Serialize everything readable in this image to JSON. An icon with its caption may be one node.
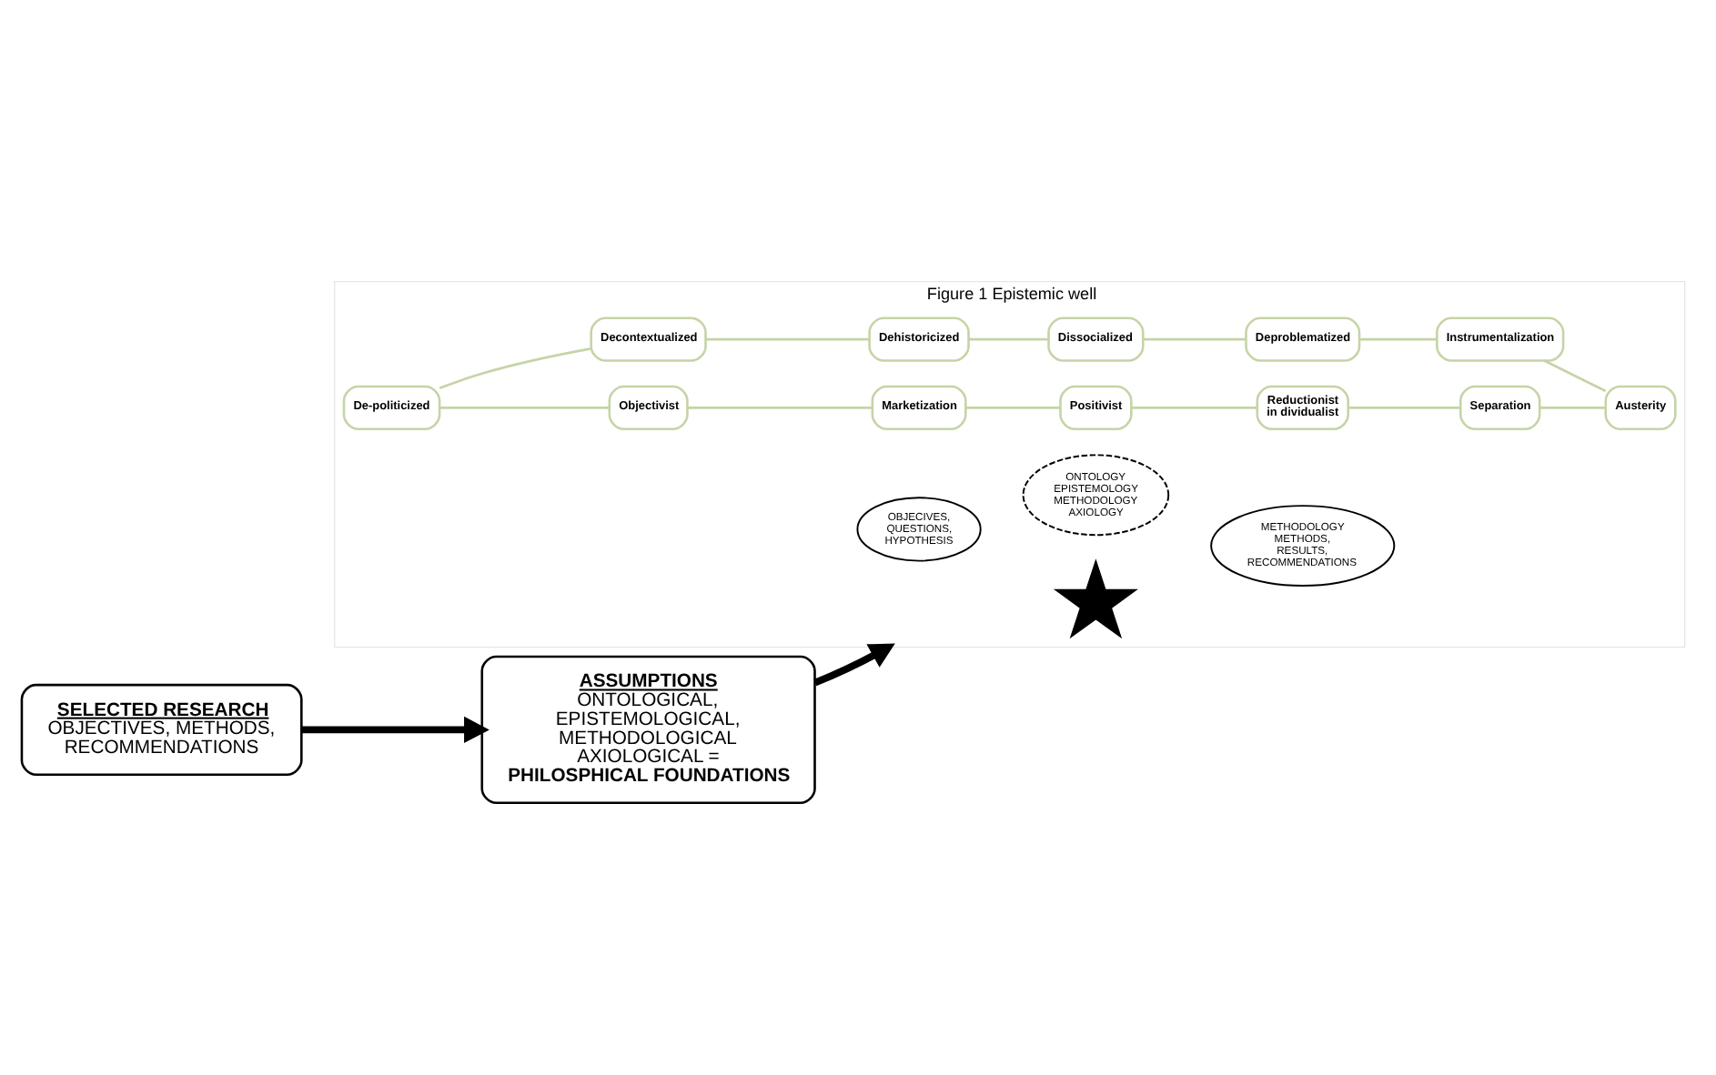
{
  "diagram": {
    "nodes": [
      {
        "text": [
          "SELECTED RESEARCH",
          "OBJECTIVES, METHODS, RECOMMENDATIONS"
        ]
      },
      {
        "text": [
          "ASSUMPTIONS",
          "ONTOLOGICAL, EPISTEMOLOGICAL, METHODOLOGICAL AXIOLOGICAL =",
          "PHILOSPHICAL FOUNDATIONS"
        ]
      },
      {
        "text": [
          "Figure 1 Epistemic well"
        ]
      },
      {
        "text": [
          "Positivist"
        ],
        "in": 2
      },
      {
        "text": [
          "Reductionist in dividualist"
        ],
        "in": 2
      },
      {
        "text": [
          "Separation"
        ],
        "in": 2
      },
      {
        "text": [
          "Austerity"
        ],
        "in": 2
      },
      {
        "text": [
          "Instrumentalization"
        ],
        "in": 2
      },
      {
        "text": [
          "Deproblematized"
        ],
        "in": 2
      },
      {
        "text": [
          "Dissocialized"
        ],
        "in": 2
      },
      {
        "text": [
          "Dehistoricized"
        ],
        "in": 2
      },
      {
        "text": [
          "Decontextualized"
        ],
        "in": 2
      },
      {
        "text": [
          "De-politicized"
        ],
        "in": 2
      },
      {
        "text": [
          "Objectivist"
        ],
        "in": 2
      },
      {
        "text": [
          "Marketization"
        ],
        "in": 2
      },
      {
        "text": [
          "ONTOLOGY EPISTEMOLOGY METHODOLOGY AXIOLOGY"
        ],
        "in": 2
      },
      {
        "text": [],
        "shape": "star",
        "in": 2
      },
      {
        "text": [
          "OBJECIVES, QUESTIONS, HYPOTHESIS"
        ],
        "in": 2
      },
      {
        "text": [
          "METHODOLOGY METHODS, RESULTS, RECOMMENDATIONS"
        ],
        "in": 2
      }
    ],
    "edges": [
      {
        "from": 0,
        "to": 1,
        "arrow": "to",
        "style": "thick",
        "color": "#000000"
      },
      {
        "from": 1,
        "to": 2,
        "arrow": "to",
        "style": "thick",
        "color": "#000000"
      },
      {
        "from": 3,
        "to": 4,
        "arrow": "none",
        "color": "#c5d4a6"
      },
      {
        "from": 4,
        "to": 5,
        "arrow": "none",
        "color": "#c5d4a6"
      },
      {
        "from": 5,
        "to": 6,
        "arrow": "none",
        "color": "#c5d4a6"
      },
      {
        "from": 6,
        "to": 7,
        "arrow": "none",
        "color": "#c5d4a6"
      },
      {
        "from": 7,
        "to": 8,
        "arrow": "none",
        "color": "#c5d4a6"
      },
      {
        "from": 8,
        "to": 9,
        "arrow": "none",
        "color": "#c5d4a6"
      },
      {
        "from": 9,
        "to": 10,
        "arrow": "none",
        "color": "#c5d4a6"
      },
      {
        "from": 10,
        "to": 11,
        "arrow": "none",
        "color": "#c5d4a6"
      },
      {
        "from": 11,
        "to": 12,
        "arrow": "none",
        "color": "#c5d4a6"
      },
      {
        "from": 12,
        "to": 13,
        "arrow": "none",
        "color": "#c5d4a6"
      },
      {
        "from": 13,
        "to": 14,
        "arrow": "none",
        "color": "#c5d4a6"
      },
      {
        "from": 14,
        "to": 3,
        "arrow": "none",
        "color": "#c5d4a6"
      }
    ]
  }
}
